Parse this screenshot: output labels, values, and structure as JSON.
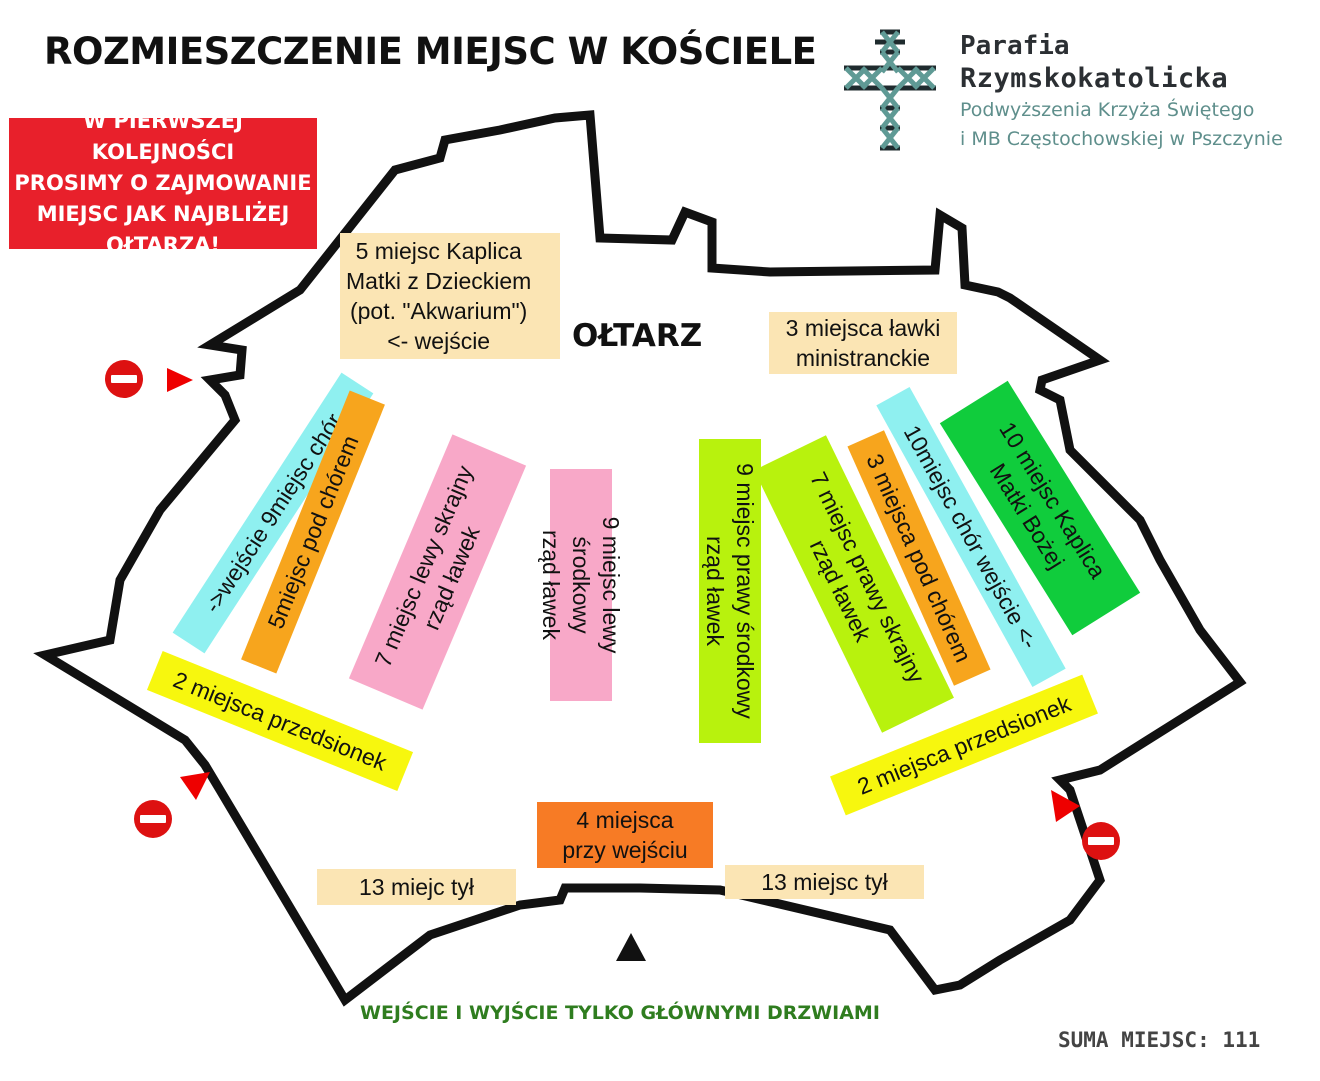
{
  "title": "ROZMIESZCZENIE MIEJSC W KOŚCIELE",
  "warning": "W PIERWSZEJ KOLEJNOŚCI\nPROSIMY O ZAJMOWANIE\nMIEJSC JAK NAJBLIŻEJ\nOŁTARZA!",
  "parish": {
    "line1": "Parafia",
    "line2": "Rzymskokatolicka",
    "line3": "Podwyższenia Krzyża Świętego",
    "line4": "i MB Częstochowskiej w Pszczynie"
  },
  "altar": "OŁTARZ",
  "zones": {
    "kaplica_matki": "5 miejsc   Kaplica\nMatki z Dzieckiem\n(pot. \"Akwarium\")\n<- wejście",
    "ministranckie": "3 miejsca ławki\nministranckie",
    "chor_lewy": "->wejście 9miejsc chór",
    "pod_chorem_lewy": "5miejsc   pod chórem",
    "lewy_skrajny": "7 miejsc   lewy skrajny\nrząd ławek",
    "lewy_srodkowy": "9 miejsc   lewy środkowy\nrząd ławek",
    "prawy_srodkowy": "9 miejsc prawy środkowy\nrząd ławek",
    "prawy_skrajny": "7 miejsc   prawy skrajny\nrząd ławek",
    "pod_chorem_prawy": "3 miejsca pod chórem",
    "chor_prawy": "10miejsc chór      wejście <-",
    "kaplica_mb": "10 miejsc Kaplica\nMatki Bożej",
    "przedsionek_lewy": "2 miejsca przedsionek",
    "przedsionek_prawy": "2 miejsca przedsionek",
    "przy_wejsciu": "4 miejsca\nprzy wejściu",
    "tyl_lewy": "13  miejc tył",
    "tyl_prawy": "13  miejsc tył"
  },
  "footer": "WEJŚCIE I WYJŚCIE TYLKO GŁÓWNYMI DRZWIAMI",
  "sum": "SUMA MIEJSC: 111",
  "colors": {
    "warning": "#e8202b",
    "beige": "#fbe5b4",
    "cyan": "#8ff0f0",
    "orange": "#f7a51d",
    "pink": "#f8a8c8",
    "lime": "#b8f20d",
    "green": "#10cc3c",
    "yellow": "#f7f70e",
    "deep_orange": "#f77b25",
    "footer_green": "#2f7d1f",
    "parish_teal": "#5f8f8c"
  }
}
